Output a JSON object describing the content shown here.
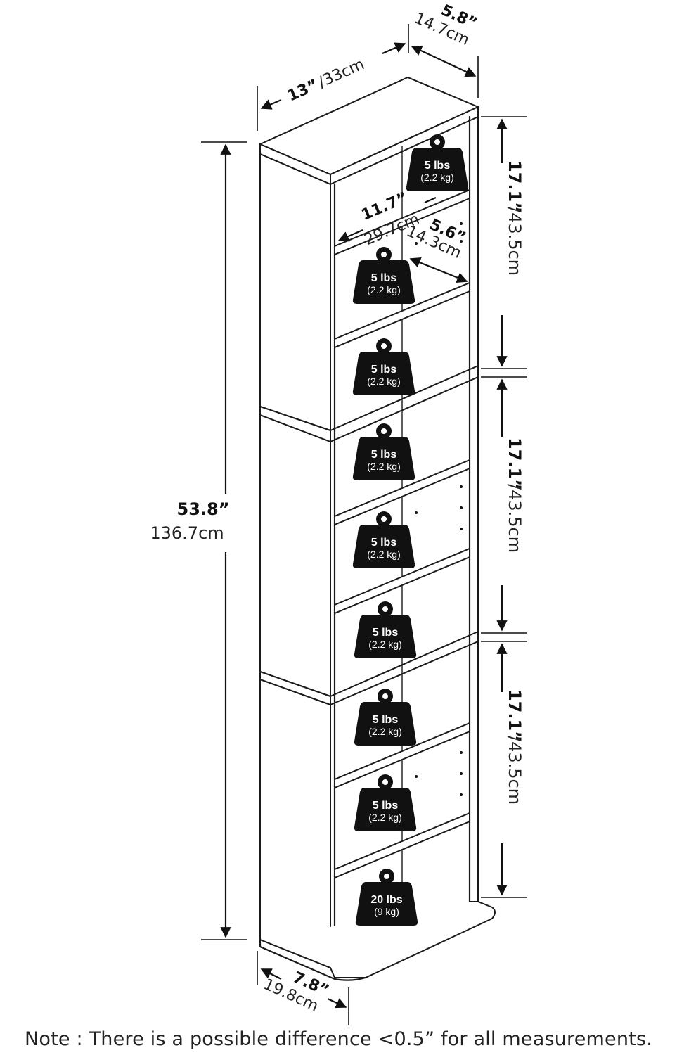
{
  "dimensions": {
    "total_height": {
      "in": "53.8”",
      "cm": "136.7cm"
    },
    "width": {
      "in": "13”",
      "cm": "/33cm"
    },
    "top_depth": {
      "in": "5.8”",
      "cm": "14.7cm"
    },
    "inner_width": {
      "in": "11.7”",
      "cm": "29.7cm"
    },
    "inner_depth": {
      "in": "5.6”",
      "cm": "14.3cm"
    },
    "base_depth": {
      "in": "7.8”",
      "cm": "19.8cm"
    },
    "section_height": [
      {
        "in": "17.1”",
        "cm": "/43.5cm"
      },
      {
        "in": "17.1”",
        "cm": "/43.5cm"
      },
      {
        "in": "17.1”",
        "cm": "/43.5cm"
      }
    ]
  },
  "weights": [
    {
      "main": "5 lbs",
      "sub": "(2.2 kg)"
    },
    {
      "main": "5 lbs",
      "sub": "(2.2 kg)"
    },
    {
      "main": "5 lbs",
      "sub": "(2.2 kg)"
    },
    {
      "main": "5 lbs",
      "sub": "(2.2 kg)"
    },
    {
      "main": "5 lbs",
      "sub": "(2.2 kg)"
    },
    {
      "main": "5 lbs",
      "sub": "(2.2 kg)"
    },
    {
      "main": "5 lbs",
      "sub": "(2.2 kg)"
    },
    {
      "main": "5 lbs",
      "sub": "(2.2 kg)"
    },
    {
      "main": "20 lbs",
      "sub": "(9 kg)"
    }
  ],
  "note": "Note : There is a possible difference <0.5” for all measurements."
}
